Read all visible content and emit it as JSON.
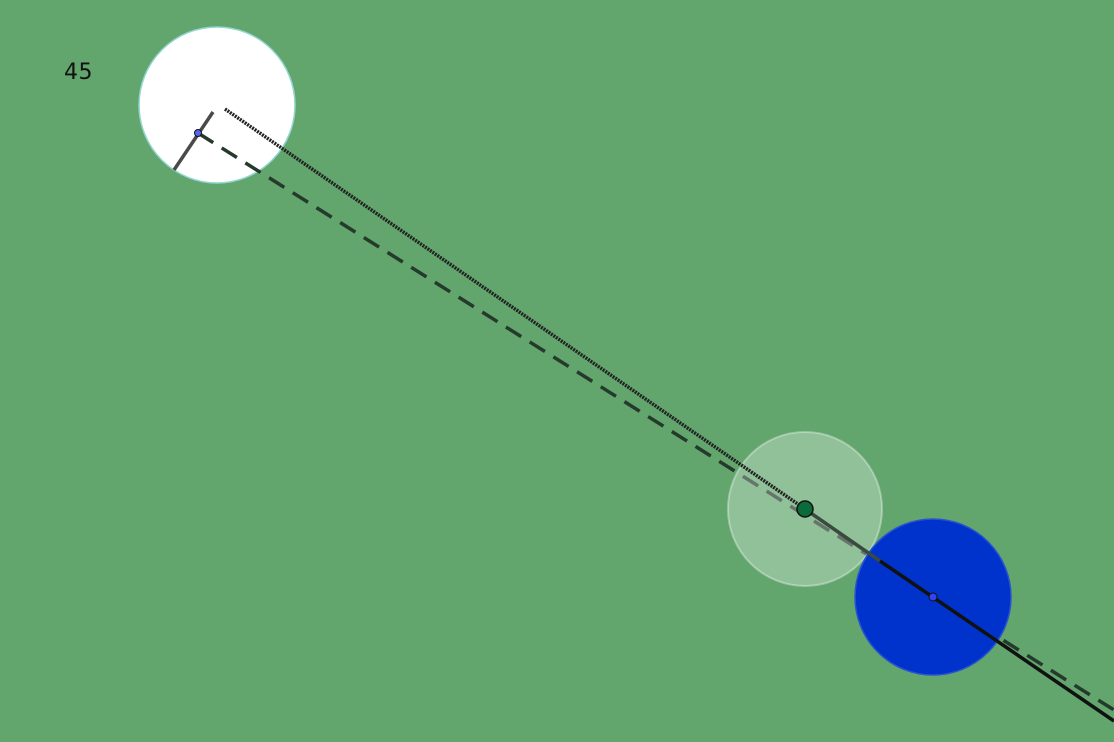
{
  "score": "45",
  "colors": {
    "table": "#62a66e",
    "cue_ball": "#ffffff",
    "target_ball": "#0033cc",
    "ghost_ball": "#ffffff",
    "aim_marker": "#0b6b3a"
  },
  "balls": {
    "cue_ball": "cue-ball",
    "target_ball": "blue-ball",
    "ghost_ball": "ghost-ball"
  },
  "icons": {
    "aim_marker": "aim-marker-icon"
  }
}
